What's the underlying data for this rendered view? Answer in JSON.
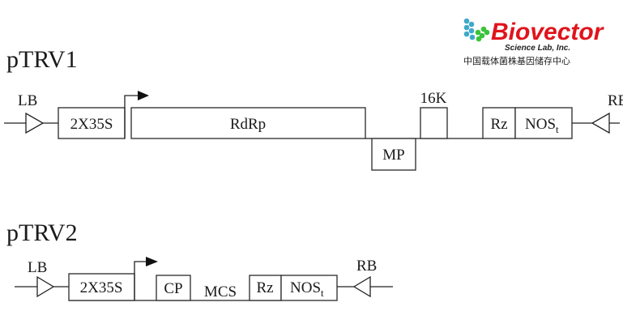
{
  "logo": {
    "brand": "Biovector",
    "subtitle": "Science Lab, Inc.",
    "chinese": "中国载体菌株基因储存中心",
    "colors": {
      "brand": "#e0141c",
      "dots_blue": "#3fa9c9",
      "dots_green": "#39c43a"
    }
  },
  "ptrv1": {
    "title": "pTRV1",
    "left_border": "LB",
    "promoter": "2X35S",
    "gene1": "RdRp",
    "gene2": "MP",
    "gene3_label": "16K",
    "ribozyme": "Rz",
    "terminator": "NOS",
    "terminator_sub": "t",
    "right_border": "RB"
  },
  "ptrv2": {
    "title": "pTRV2",
    "left_border": "LB",
    "promoter": "2X35S",
    "gene1": "CP",
    "mcs": "MCS",
    "ribozyme": "Rz",
    "terminator": "NOS",
    "terminator_sub": "t",
    "right_border": "RB"
  }
}
